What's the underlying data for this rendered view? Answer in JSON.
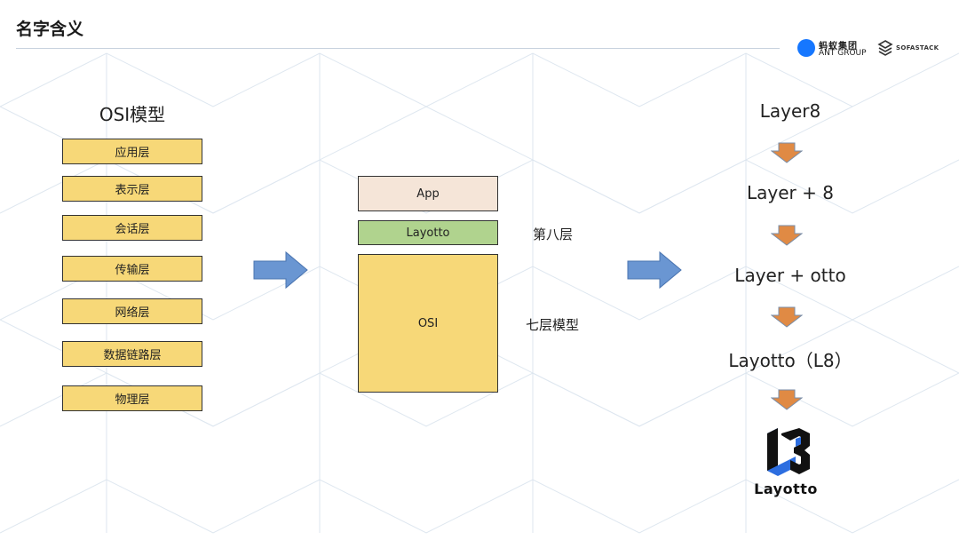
{
  "header": {
    "title": "名字含义"
  },
  "logos": {
    "ant_line1": "蚂蚁集团",
    "ant_line2": "ANT GROUP",
    "sofa": "SOFASTACK"
  },
  "osi": {
    "title": "OSI模型",
    "layers": [
      "应用层",
      "表示层",
      "会话层",
      "传输层",
      "网络层",
      "数据链路层",
      "物理层"
    ]
  },
  "stack": {
    "app": "App",
    "layotto": "Layotto",
    "osi": "OSI",
    "label_layotto": "第八层",
    "label_osi": "七层模型"
  },
  "derivation": {
    "steps": [
      "Layer8",
      "Layer + 8",
      "Layer + otto",
      "Layotto（L8）"
    ],
    "logo_text": "Layotto"
  },
  "colors": {
    "layer_fill": "#f7d878",
    "app_fill": "#f5e5d8",
    "layotto_fill": "#b0d38e",
    "osi_fill": "#f7d878",
    "big_arrow": "#6a96d2",
    "small_arrow": "#e08a44"
  }
}
